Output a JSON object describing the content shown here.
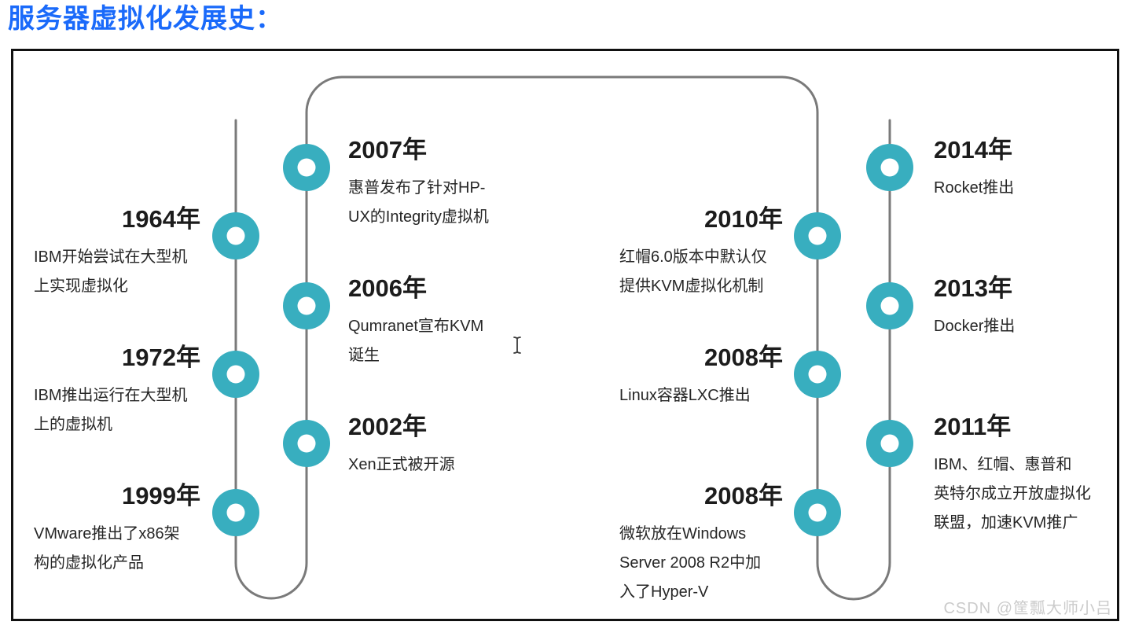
{
  "page_title": "服务器虚拟化发展史：",
  "watermark": "CSDN @筐瓢大师小吕",
  "colors": {
    "title_blue": "#1a6afa",
    "node_teal": "#38aebf",
    "line_gray": "#7a7a7a",
    "border_black": "#111111",
    "watermark_gray": "#cbcbcb"
  },
  "timeline": {
    "columns": [
      {
        "name": "column-1",
        "side": "left-of-line",
        "entries": [
          {
            "year": "1964年",
            "desc": "IBM开始尝试在大型机\n上实现虚拟化"
          },
          {
            "year": "1972年",
            "desc": "IBM推出运行在大型机\n上的虚拟机"
          },
          {
            "year": "1999年",
            "desc": "VMware推出了x86架\n构的虚拟化产品"
          }
        ]
      },
      {
        "name": "column-2",
        "side": "right-of-line",
        "entries": [
          {
            "year": "2007年",
            "desc": "惠普发布了针对HP-\nUX的Integrity虚拟机"
          },
          {
            "year": "2006年",
            "desc": "Qumranet宣布KVM\n诞生"
          },
          {
            "year": "2002年",
            "desc": "Xen正式被开源"
          }
        ]
      },
      {
        "name": "column-3",
        "side": "left-of-line",
        "entries": [
          {
            "year": "2010年",
            "desc": "红帽6.0版本中默认仅\n提供KVM虚拟化机制"
          },
          {
            "year": "2008年",
            "desc": "Linux容器LXC推出"
          },
          {
            "year": "2008年",
            "desc": "微软放在Windows\nServer 2008 R2中加\n入了Hyper-V"
          }
        ]
      },
      {
        "name": "column-4",
        "side": "right-of-line",
        "entries": [
          {
            "year": "2014年",
            "desc": "Rocket推出"
          },
          {
            "year": "2013年",
            "desc": "Docker推出"
          },
          {
            "year": "2011年",
            "desc": "IBM、红帽、惠普和\n英特尔成立开放虚拟化\n联盟，加速KVM推广"
          }
        ]
      }
    ]
  },
  "cursor": {
    "type": "text-ibeam"
  }
}
